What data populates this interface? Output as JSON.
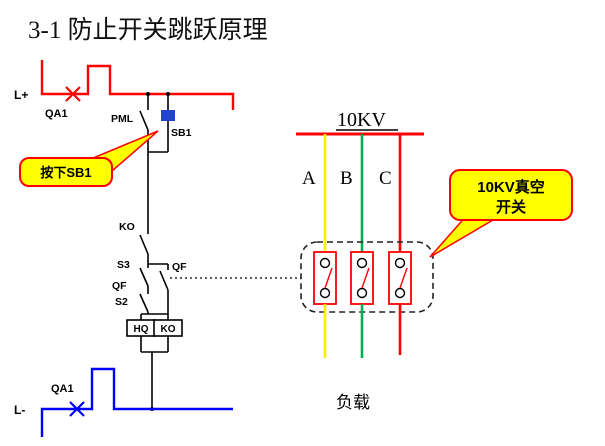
{
  "title": "3-1  防止开关跳跃原理",
  "colors": {
    "wire": "#000000",
    "positive_rail": "#ff0000",
    "negative_rail": "#0000ff",
    "phase_a": "#ffee00",
    "phase_b": "#00b050",
    "phase_c": "#ff0000",
    "bus": "#ff0000",
    "sb1_button": "#2244cc",
    "callout_fill": "#ffff00",
    "callout_border": "#ff0000",
    "switch_box": "#ff0000"
  },
  "control_circuit": {
    "positive_rail": "L+",
    "negative_rail": "L-",
    "qa1_top": "QA1",
    "qa1_bottom": "QA1",
    "pml_contact": "PML",
    "sb1_button": "SB1",
    "ko_contact": "KO",
    "s3_contact": "S3",
    "qf_contact_left": "QF",
    "qf_contact_right": "QF",
    "s2_contact": "S2",
    "hq_coil": "HQ",
    "ko_coil": "KO"
  },
  "power_circuit": {
    "bus_voltage": "10KV",
    "phase_a": "A",
    "phase_b": "B",
    "phase_c": "C",
    "load": "负载"
  },
  "callouts": {
    "press_sb1": "按下SB1",
    "vacuum_switch_line1": "10KV真空",
    "vacuum_switch_line2": "开关"
  }
}
